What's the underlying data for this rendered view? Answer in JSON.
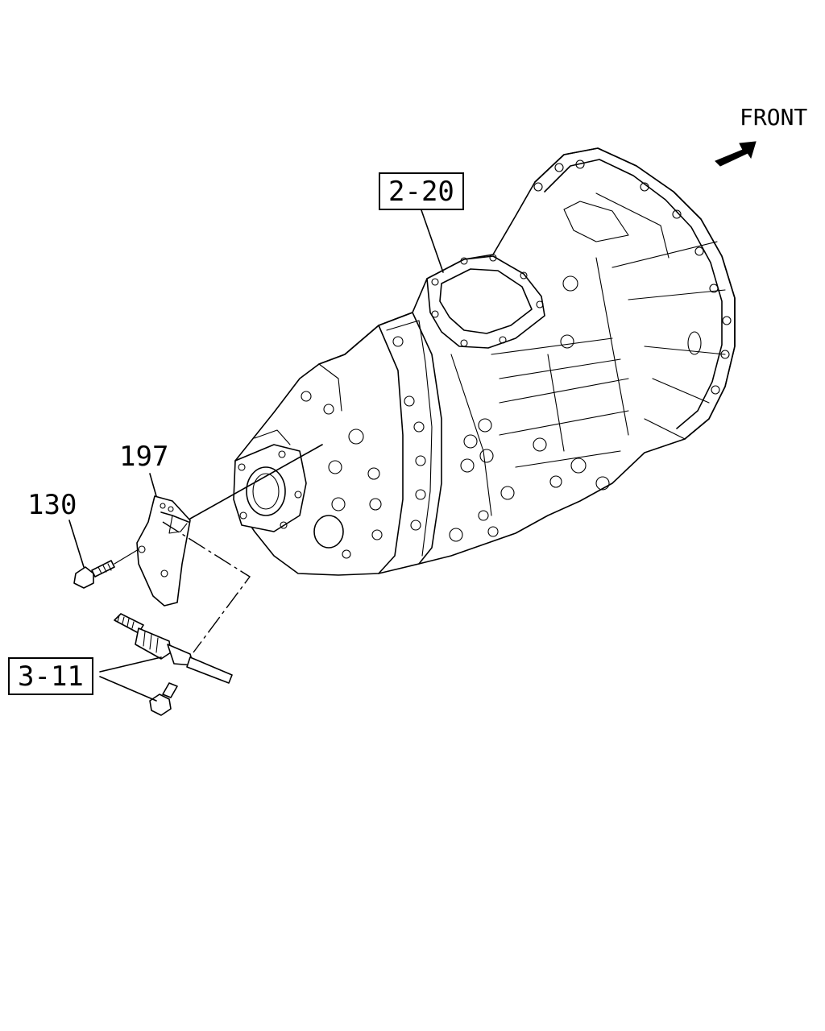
{
  "direction_label": "FRONT",
  "callouts": {
    "transmission_ref": "2-20",
    "sensor_ref": "3-11",
    "bracket_part": "197",
    "bolt_part": "130"
  },
  "icons": {
    "front_arrow": "arrow-icon"
  }
}
